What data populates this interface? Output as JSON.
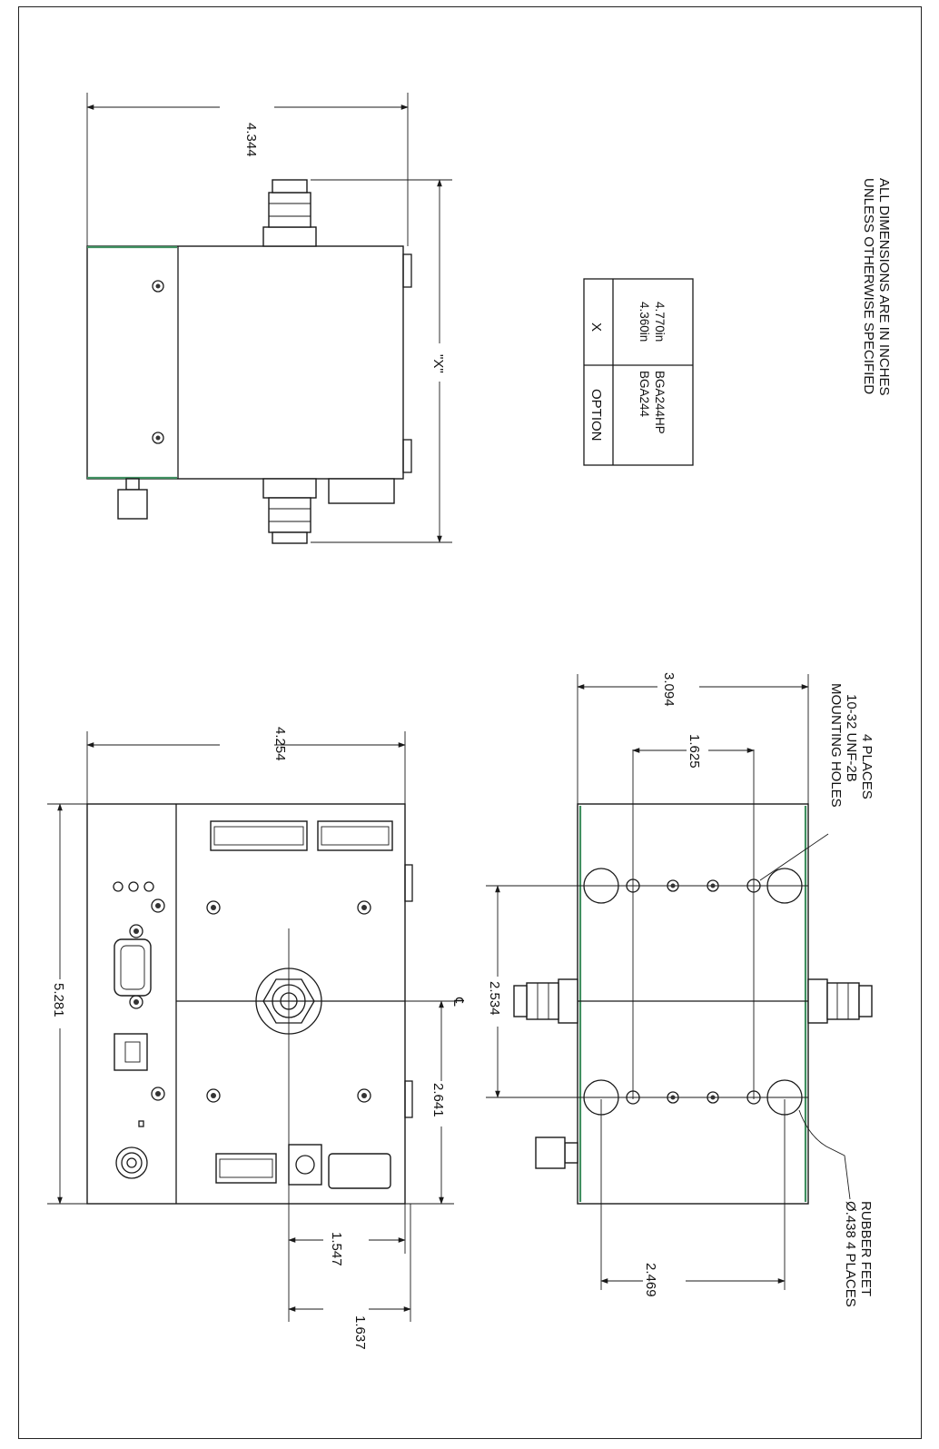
{
  "dimensions": {
    "top_height": "4.344",
    "top_x": "\"X\"",
    "front_width": "4.254",
    "front_length": "5.281",
    "front_offset": "2.641",
    "front_bottom_a": "1.547",
    "front_bottom_b": "1.637",
    "bottom_width": "3.094",
    "bottom_holes_span": "1.625",
    "bottom_height": "2.534",
    "bottom_feet_span": "2.469",
    "centerline": "℄"
  },
  "option_table": {
    "header_option": "OPTION",
    "header_x": "X",
    "rows": [
      {
        "option": "BGA244",
        "x": "4.360in"
      },
      {
        "option": "BGA244HP",
        "x": "4.770in"
      }
    ]
  },
  "notes": {
    "line1": "UNLESS OTHERWISE SPECIFIED",
    "line2": "ALL DIMENSIONS ARE IN INCHES"
  },
  "callouts": {
    "mounting_line1": "MOUNTING HOLES",
    "mounting_line2": "10-32 UNF-2B",
    "mounting_line3": "4 PLACES",
    "feet_line1": "Ø.438 4 PLACES",
    "feet_line2": "RUBBER FEET"
  }
}
